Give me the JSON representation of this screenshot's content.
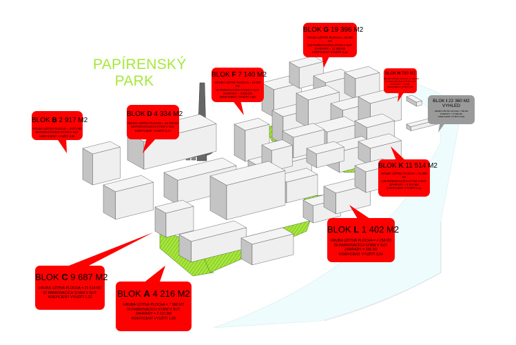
{
  "title": "PAPÍRENSKÝ PARK",
  "title_lines": [
    "PAPÍRENSKÝ",
    "PARK"
  ],
  "colors": {
    "callout_red": "#ff0000",
    "callout_grey": "#9a9a9a",
    "park_green": "#a6e83a",
    "water": "#eefcfd",
    "building_top": "#f4f4f4",
    "building_side": "#c4c4c4"
  },
  "blocks": [
    {
      "id": "G",
      "prefix": "BLOK",
      "letter": "G",
      "area": "19 396 M2",
      "lines": [
        "HRUBÁ UŽITNÁ PLOCHA = 40 000",
        "M2",
        "152 PARKOVACÍCH STÁNÍ V SUT.",
        "ZAHRADY = 12 380 M2",
        "KOEFICIENT VYUŽITÍ 2,16"
      ]
    },
    {
      "id": "F",
      "prefix": "BLOK",
      "letter": "F",
      "area": "7 140 M2",
      "lines": [
        "HRUBÁ UŽITNÁ PLOCHA = 16 059",
        "M2",
        "81 PARKOVACÍCH STÁNÍ V SUT.",
        "ZAHRADY = 3 820 M2",
        "KOEFICIENT VYUŽITÍ 2,54"
      ]
    },
    {
      "id": "B",
      "prefix": "BLOK",
      "letter": "B",
      "area": "2 917 M2",
      "lines": [
        "HRUBÁ UŽITNÁ PLOCHA = 9 371 M2",
        "46 PARKOVACÍCH STÁNÍ V SUT.",
        "KOEFICIENT VYUŽITÍ 3,21"
      ]
    },
    {
      "id": "D",
      "prefix": "BLOK",
      "letter": "D",
      "area": "4 334 M2",
      "lines": [
        "HRUBÁ UŽITNÁ PLOCHA = 13 740 M2",
        "56 PARKOVACÍCH STÁNÍ V SUT.",
        "KOEFICIENT VYUŽITÍ 3,17"
      ]
    },
    {
      "id": "H",
      "prefix": "BLOK",
      "letter": "H",
      "area": "790 M2",
      "lines": [
        "HRUBÁ UŽITNÁ PLOCHA = 3 584 M2",
        "17 PARKOVACÍCH STÁNÍ V SUT.",
        "ZAHRADY = 210 M2",
        "KOEFICIENT VYUŽITÍ 4,56"
      ]
    },
    {
      "id": "I",
      "prefix": "BLOK",
      "letter": "I",
      "area": "22 360 M2",
      "subtitle": "VYHLED",
      "lines": [
        "HRUBÁ UŽITNÁ PLOCHA = 780 M2",
        "ZAHRADY = 21 580 M2",
        "KOEFICIENT VYUŽITÍ 0,034"
      ]
    },
    {
      "id": "K",
      "prefix": "BLOK",
      "letter": "K",
      "area": "11 514 M2",
      "lines": [
        "HRUBÁ UŽITNÁ PLOCHA = 24 380",
        "M2",
        "108 PARKOVACÍCH STÁNÍ V SUT.",
        "ZAHRADY = 2 979 M2",
        "KOEFICIENT VYUŽITÍ 2,11"
      ]
    },
    {
      "id": "L",
      "prefix": "BLOK",
      "letter": "L",
      "area": "1 402 M2",
      "lines": [
        "HRUBÁ UŽITNÁ PLOCHA = 4 258 M2",
        "36 PARKOVACÍCH STÁNÍ V SUT.",
        "ZAHRADY = 336 M2",
        "KOEFICIENT VYUŽITÍ 3,04"
      ]
    },
    {
      "id": "C",
      "prefix": "BLOK",
      "letter": "C",
      "area": "9 687 M2",
      "lines": [
        "HRUBÁ UŽITNÁ PLOCHA = 21 514 M2",
        "90 PARKOVACÍCH STÁNÍ V SUT.",
        "KOEFICIENT VYUŽITÍ 2,22"
      ]
    },
    {
      "id": "A",
      "prefix": "BLOK",
      "letter": "A",
      "area": "4 216 M2",
      "lines": [
        "HRUBÁ UŽITNÁ PLOCHA = 7 980 M2",
        "70 PARKOVACÍCH STÁNÍ V SUT.",
        "ZAHRADY = 2 221 M2",
        "KOEFICIENT VYUŽITÍ 1,89"
      ]
    }
  ]
}
